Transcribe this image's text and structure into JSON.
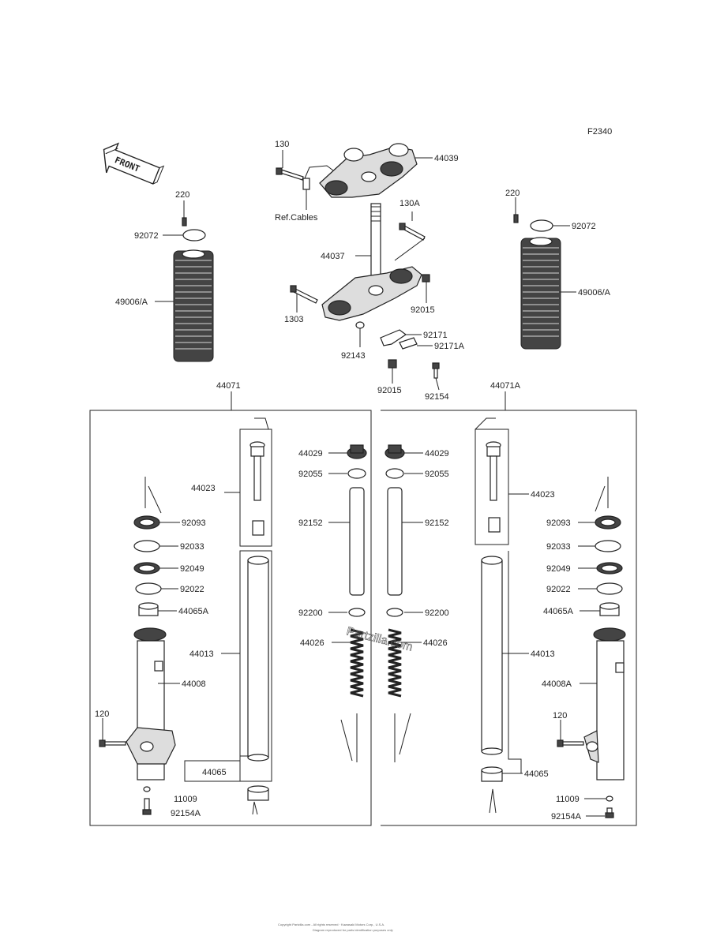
{
  "diagram_code": "F2340",
  "front_arrow_label": "FRONT",
  "watermark": "Partzilla.com",
  "footer": {
    "line1": "Copyright Partzilla.com - All rights reserved · Kawasaki Motors Corp., U.S.A.",
    "line2": "Diagram reproduced for parts identification purposes only"
  },
  "labels": {
    "p130": "130",
    "p44039": "44039",
    "ref_cables": "Ref.Cables",
    "p130A": "130A",
    "p44037": "44037",
    "p92015_top": "92015",
    "p1303": "1303",
    "p92143": "92143",
    "p92171": "92171",
    "p92171A": "92171A",
    "p92015_bot": "92015",
    "p92154": "92154",
    "l220": "220",
    "l92072": "92072",
    "l49006A": "49006/A",
    "r220": "220",
    "r92072": "92072",
    "r49006A": "49006/A",
    "l44071": "44071",
    "r44071A": "44071A",
    "l44023": "44023",
    "l92093": "92093",
    "l92033": "92033",
    "l92049": "92049",
    "l92022": "92022",
    "l44065A": "44065A",
    "l44013": "44013",
    "l44008": "44008",
    "l120": "120",
    "l44065": "44065",
    "l11009": "11009",
    "l92154A": "92154A",
    "cl44029": "44029",
    "cl92055": "92055",
    "cl92152": "92152",
    "cl92200": "92200",
    "cl44026": "44026",
    "cr44029": "44029",
    "cr92055": "92055",
    "cr92152": "92152",
    "cr92200": "92200",
    "cr44026": "44026",
    "r44023": "44023",
    "r92093": "92093",
    "r92033": "92033",
    "r92049": "92049",
    "r92022": "92022",
    "r44065A": "44065A",
    "r44013": "44013",
    "r44008A": "44008A",
    "r120": "120",
    "r44065": "44065",
    "r11009": "11009",
    "r92154A": "92154A"
  }
}
